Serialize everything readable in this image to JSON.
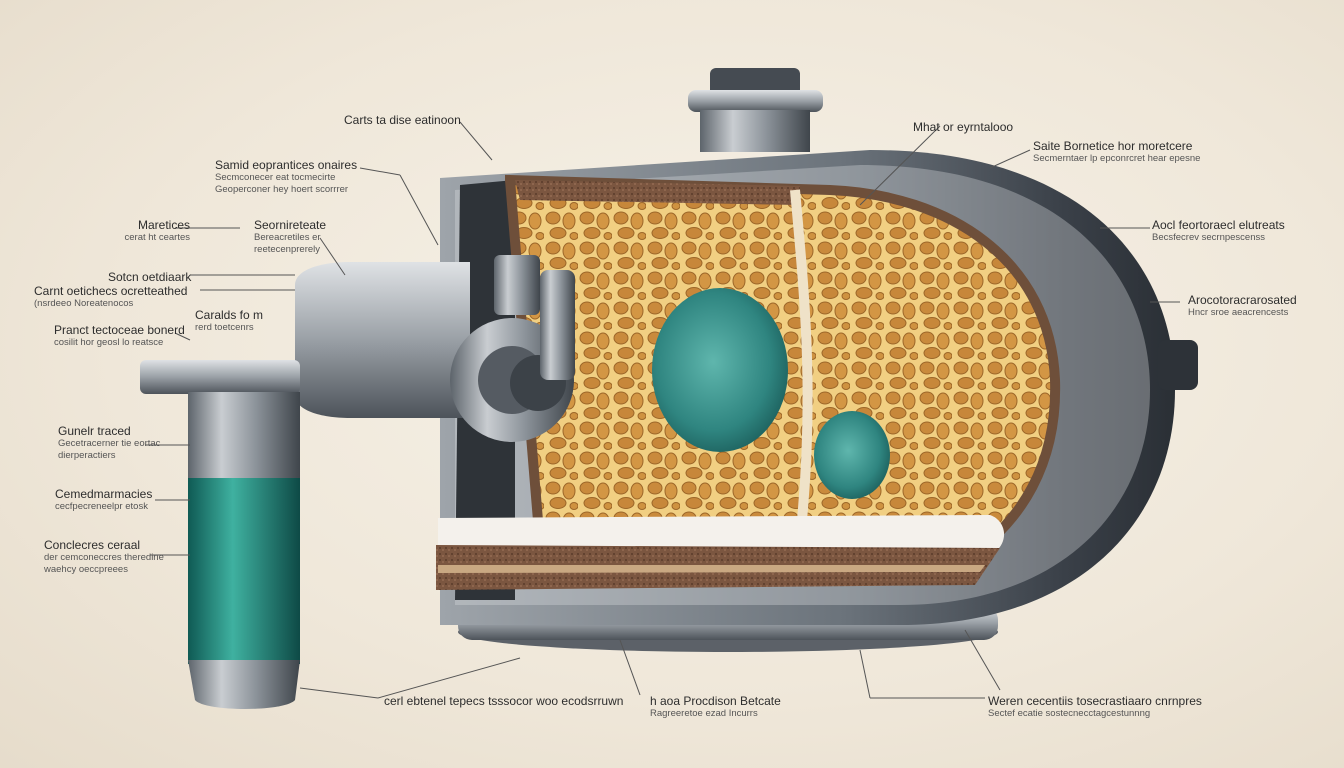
{
  "labels": {
    "top_center": "Carts ta dise eatinoon",
    "top_mid": "Mhat or eyrntalooo",
    "top_right_title": "Saite Bornetice hor moretcere",
    "top_right_sub": "Secmerntaer lp epconrcret hear epesne",
    "left_a_title": "Samid eoprantices onaires",
    "left_a_sub1": "Secmconecer eat tocmecirte",
    "left_a_sub2": "Geoperconer hey hoert scorrrer",
    "left_b_title": "Maretices",
    "left_b_sub": "cerat ht ceartes",
    "left_c_title": "Seornireteate",
    "left_c_sub1": "Bereacretiles er",
    "left_c_sub2": "reetecenprerely",
    "left_d_title": "Sotcn oetdiaark",
    "left_e_title": "Carnt oetichecs ocretteathed",
    "left_e_sub": "(nsrdeeo Noreatenocos",
    "left_f_title": "Caralds fo m",
    "left_f_sub": "rerd toetcenrs",
    "left_g_title": "Pranct tectoceae bonerd",
    "left_g_sub": "cosilit hor geosl lo reatsce",
    "right_a_title": "Aocl feortoraecl elutreats",
    "right_a_sub": "Becsfecrev secrnpescenss",
    "right_b_title": "Arocotoracrarosated",
    "right_b_sub": "Hncr sroe aeacrencests",
    "left_h_title": "Gunelr traced",
    "left_h_sub1": "Gecetracerner tie eortac",
    "left_h_sub2": "dierperactiers",
    "left_i_title": "Cemedmarmacies",
    "left_i_sub": "cecfpecreneelpr etosk",
    "left_j_title": "Conclecres ceraal",
    "left_j_sub1": "der cemconeccres theredine",
    "left_j_sub2": "waehcy oeccpreees",
    "bottom_a": "cerl ebtenel tepecs tsssocor woo ecodsrruwn",
    "bottom_b_title": "h aoa Procdison Betcate",
    "bottom_b_sub": "Ragreeretoe ezad Incurrs",
    "bottom_c_title": "Weren cecentiis tosecrastiaaro cnrnpres",
    "bottom_c_sub": "Sectef ecatie sostecnecctagcestunnng"
  },
  "colors": {
    "background": "#efe7d9",
    "metal": "#8f959c",
    "bread": "#e0aa55",
    "crust": "#6e4f3a",
    "mold": "#3f8f8a",
    "liquid": "#1f7d72"
  }
}
